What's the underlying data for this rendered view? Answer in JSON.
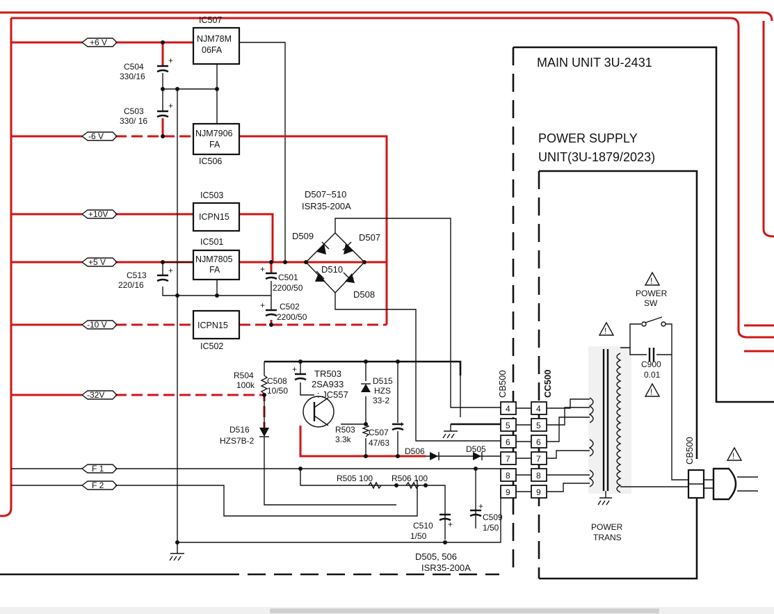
{
  "rails": [
    {
      "label": "+6 V"
    },
    {
      "label": "-6 V"
    },
    {
      "label": "+10V"
    },
    {
      "label": "+5 V"
    },
    {
      "label": "-10 V"
    },
    {
      "label": "-32V"
    },
    {
      "label": "F 1"
    },
    {
      "label": "F 2"
    }
  ],
  "ics": [
    {
      "ref": "IC507",
      "part": [
        "NJM78M",
        "06FA"
      ]
    },
    {
      "ref": "IC506",
      "part": [
        "NJM7906",
        "FA"
      ]
    },
    {
      "ref": "IC503",
      "part": [
        "ICPN15"
      ]
    },
    {
      "ref": "IC501",
      "part": [
        "NJM7805",
        "FA"
      ]
    },
    {
      "ref": "IC502",
      "part": [
        "ICPN15"
      ]
    }
  ],
  "caps": {
    "c504": [
      "C504",
      "330/16"
    ],
    "c503": [
      "C503",
      "330/ 16"
    ],
    "c513": [
      "C513",
      "220/16"
    ],
    "c501": [
      "C501",
      "2200/50"
    ],
    "c502": [
      "C502",
      "2200/50"
    ],
    "c508": [
      "C508",
      "10/50"
    ],
    "c507": [
      "C507",
      "47/63"
    ],
    "c510": [
      "C510",
      "1/50"
    ],
    "c509": [
      "C509",
      "1/50"
    ],
    "c900": [
      "C900",
      "0.01"
    ]
  },
  "diodes": {
    "bridge_title": [
      "D507~510",
      "ISR35-200A"
    ],
    "d509": "D509",
    "d507": "D507",
    "d510": "D510",
    "d508": "D508",
    "d515": [
      "D515",
      "HZS",
      "33-2"
    ],
    "d516": [
      "D516",
      "HZS7B-2"
    ],
    "d505": "D505",
    "d506": "D506",
    "d505_506": [
      "D505, 506",
      "ISR35-200A"
    ]
  },
  "transistor": [
    "TR503",
    "2SA933",
    ": JC557"
  ],
  "resistors": {
    "r504": [
      "R504",
      "100k"
    ],
    "r503": [
      "R503",
      "3.3k"
    ],
    "r505": "R505 100",
    "r506": "R506 100"
  },
  "connectors": {
    "cb500": "CB500",
    "cc500": "CC500",
    "pins": [
      "4",
      "5",
      "6",
      "7",
      "8",
      "9"
    ],
    "cb500_plug": "CB500"
  },
  "units": {
    "main_unit": "MAIN UNIT 3U-2431",
    "power_supply": [
      "POWER SUPPLY",
      "UNIT(3U-1879/2023)"
    ]
  },
  "power": {
    "power_sw": [
      "POWER",
      "SW"
    ],
    "power_trans": [
      "POWER",
      "TRANS"
    ]
  },
  "colors": {
    "wire": "#111111",
    "highlight": "#d01515",
    "background": "#ffffff"
  }
}
